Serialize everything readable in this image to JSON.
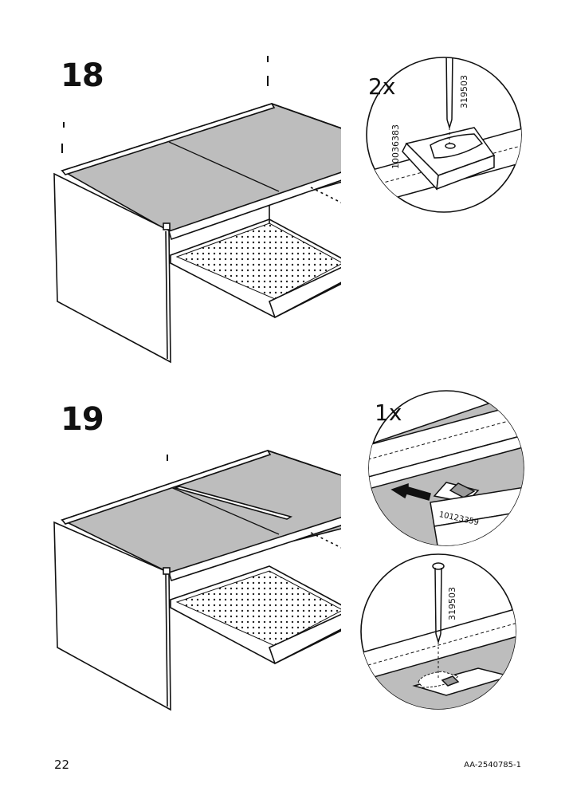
{
  "steps": [
    {
      "number": "18",
      "quantity": "2x",
      "part_ids": [
        "10036383",
        "319503"
      ]
    },
    {
      "number": "19",
      "quantity": "1x",
      "part_ids": [
        "10123359",
        "319503"
      ]
    }
  ],
  "footer": {
    "page_number": "22",
    "doc_code": "AA-2540785-1"
  }
}
